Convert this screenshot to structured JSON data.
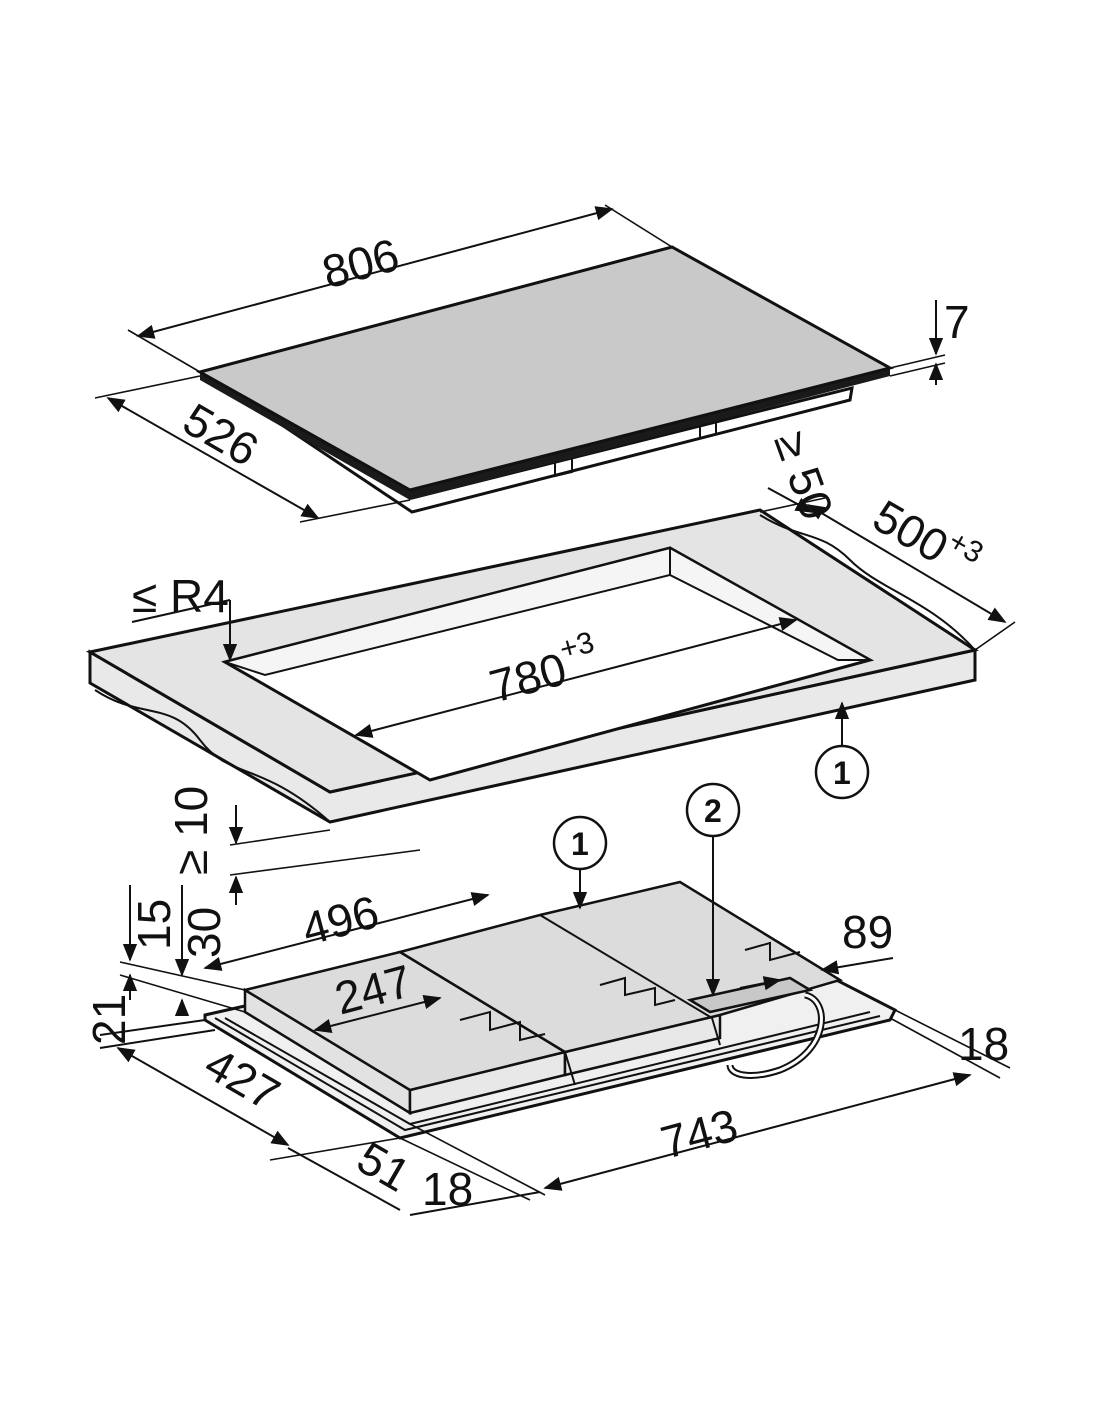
{
  "hob": {
    "width": "806",
    "depth": "526",
    "glass_thickness": "7",
    "clearance_rear": "≥ 50"
  },
  "cutout": {
    "corner_radius": "≤ R4",
    "width": "780",
    "width_tolerance": "+3",
    "depth": "500",
    "depth_tolerance": "+3",
    "clearance_front": "≥ 10",
    "callout": "1"
  },
  "underside": {
    "dim_496": "496",
    "dim_15": "15",
    "dim_30": "30",
    "dim_21": "21",
    "dim_247": "247",
    "dim_89": "89",
    "dim_18_right": "18",
    "dim_427": "427",
    "dim_743": "743",
    "dim_51": "51",
    "dim_18_front": "18",
    "callout_1": "1",
    "callout_2": "2"
  }
}
